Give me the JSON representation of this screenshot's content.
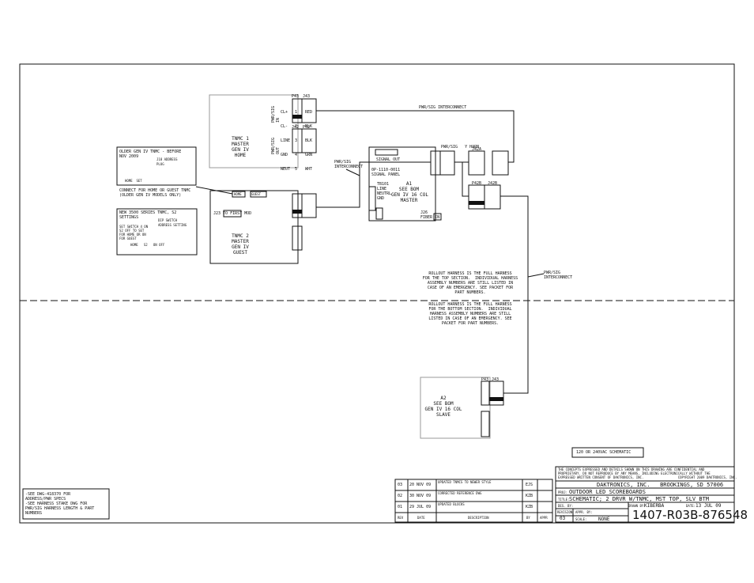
{
  "top": {
    "tmc1": "TNMC 1\nMASTER\nGEN IV\nHOME",
    "tmc2": "TNMC 2\nMASTER\nGEN IV\nGUEST",
    "a1": "A1\nSEE BOM\nGEN IV 16 COL\nMASTER",
    "a2": "A2\nSEE BOM\nGEN IV 16 COL\nSLAVE",
    "pwr_sig_interconnect": "PWR/SIG INTERCONNECT",
    "pwr_sig_interconnect2": "PWR/SIG\nINTERCONNECT",
    "pwr_sig_interconnect3": "PWR/SIG\nINTERCONNECT",
    "y_harn": "PWR/SIG   Y HARN",
    "j23_first_mod": "J23 TO FIRST MOD",
    "signal_out": "SIGNAL OUT",
    "signal_panel": "0P-1110-0011\nSIGNAL PANEL",
    "tb101": "TB101\nLINE\nNEUTRL\nGND",
    "fiber_in": "J26\nFIBER IN",
    "pwr_sig_in": "PWR/SIG\nIN",
    "pwr_sig_out": "PWR/SIG\nOUT",
    "connector_labels": {
      "p43": "P43",
      "j43": "J43",
      "j42": "J42",
      "p42": "P42",
      "j42a": "J42A",
      "p42b": "P42B",
      "j42b": "J42B",
      "p43b": "P43",
      "j43b": "J43"
    },
    "signals": [
      "CL+",
      "CL-",
      "LINE",
      "GND",
      "NEUT"
    ],
    "wires": [
      "RED",
      "BLK",
      "BLK",
      "GRN",
      "WHT"
    ],
    "pins": [
      "1",
      "2",
      "3",
      "4",
      "5"
    ]
  },
  "older_box": {
    "title": "OLDER GEN IV TNMC - BEFORE\nNOV 2009",
    "header": "J18 ADDRESS\nPLUG",
    "row": "HOME  SET",
    "note": "CONNECT FOR HOME OR GUEST TNMC\n(OLDER GEN IV MODELS ONLY)",
    "home": "HOME",
    "guest": "GUEST"
  },
  "new_box": {
    "title": "NEW 3500 SERIES TNMC, S2\nSETTINGS",
    "left_note": "SET SWITCH 4 ON\nS2 OFF TO SET\nFOR HOME OR ON\nFOR GUEST",
    "header": "DIP SWITCH\nADDRESS SETTING",
    "row": "HOME   S2   ON OFF"
  },
  "rollout_top": "ROLLOUT HARNESS IS THE FULL HARNESS\nFOR THE TOP SECTION.  INDIVIDUAL HARNESS\nASSEMBLY NUMBERS ARE STILL LISTED IN\nCASE OF AN EMERGENCY. SEE PACKET FOR\nPART NUMBERS.",
  "rollout_bottom": "ROLLOUT HARNESS IS THE FULL HARNESS\nFOR THE BOTTOM SECTION.  INDIVIDUAL\nHARNESS ASSEMBLY NUMBERS ARE STILL\nLISTED IN CASE OF AN EMERGENCY. SEE\nPACKET FOR PART NUMBERS.",
  "schematic_tag": "120 OR 240VAC SCHEMATIC",
  "notes": "-SEE DWG-418370 FOR\nADDRESS/PWR SPECS\n-SEE HARNESS STAKE DWG FOR\nPWR/SIG HARNESS LENGTH & PART\nNUMBERS",
  "revisions": [
    {
      "rev": "03",
      "date": "20 NOV 09",
      "desc": "UPDATED TNMCS TO NEWER STYLE",
      "by": "EJS"
    },
    {
      "rev": "02",
      "date": "30 NOV 09",
      "desc": "CORRECTED REFERENCE DWG",
      "by": "KZB"
    },
    {
      "rev": "01",
      "date": "29 JUL 09",
      "desc": "UPDATED BLOCKS",
      "by": "KZB"
    }
  ],
  "rev_headers": {
    "rev": "REV",
    "date": "DATE",
    "desc": "DESCRIPTION",
    "by": "BY",
    "appr": "APPR"
  },
  "title_block": {
    "confidential": "THE CONCEPTS EXPRESSED AND DETAILS SHOWN ON THIS DRAWING ARE CONFIDENTIAL AND\nPROPRIETARY. DO NOT REPRODUCE BY ANY MEANS, INCLUDING ELECTRONICALLY WITHOUT THE\nEXPRESSED WRITTEN CONSENT OF DAKTRONICS, INC.                  COPYRIGHT 2009 DAKTRONICS, INC.",
    "company": "DAKTRONICS, INC.   BROOKINGS, SD 57006",
    "proj_label": "PROJ:",
    "project": "OUTDOOR LED SCOREBOARDS",
    "title_label": "TITLE:",
    "title": "SCHEMATIC; 2 DRVR W/TNMC, MST TOP, SLV BTM",
    "des_by": "DES. BY:",
    "drawn_by": "DRAWN BY:",
    "drawn_name": "KIBERBA",
    "date_label": "DATE:",
    "date": "13 JUL 09",
    "revision_label": "REVISION",
    "revision": "03",
    "appr_by": "APPR. BY:",
    "scale_label": "SCALE:",
    "scale": "NONE",
    "drawing_number": "1407-R03B-876548"
  }
}
